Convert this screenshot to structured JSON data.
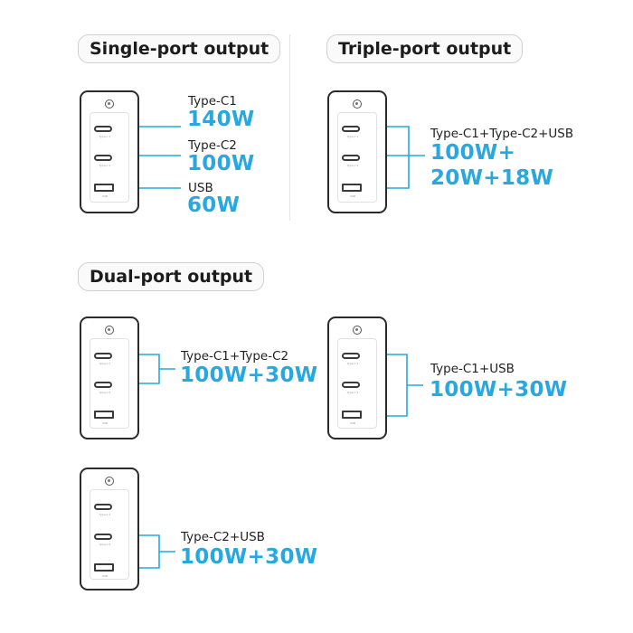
{
  "colors": {
    "accent": "#27a8e0",
    "text": "#222222",
    "outline": "#2b2b2b"
  },
  "sections": {
    "single": {
      "title": "Single-port output",
      "ports": [
        {
          "label": "Type-C1",
          "value": "140W"
        },
        {
          "label": "Type-C2",
          "value": "100W"
        },
        {
          "label": "USB",
          "value": "60W"
        }
      ]
    },
    "triple": {
      "title": "Triple-port output",
      "label": "Type-C1+Type-C2+USB",
      "value_line1": "100W+",
      "value_line2": "20W+18W"
    },
    "dual": {
      "title": "Dual-port output",
      "configs": [
        {
          "label": "Type-C1+Type-C2",
          "value": "100W+30W"
        },
        {
          "label": "Type-C1+USB",
          "value": "100W+30W"
        },
        {
          "label": "Type-C2+USB",
          "value": "100W+30W"
        }
      ]
    }
  },
  "port_labels": {
    "c1": "Type-C 1",
    "c2": "Type-C 2",
    "usb": "USB"
  }
}
